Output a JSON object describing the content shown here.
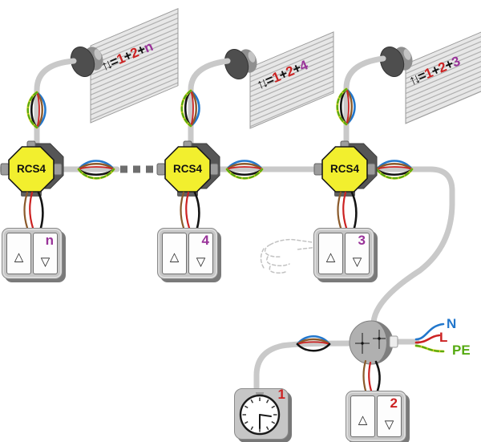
{
  "modules": [
    {
      "label": "RCS4"
    },
    {
      "label": "RCS4"
    },
    {
      "label": "RCS4"
    }
  ],
  "shutters": [
    {
      "formula": {
        "arrows": "↑↓",
        "eq": "=",
        "term1": "1",
        "plus1": "+",
        "term2": "2",
        "plus2": "+",
        "term3": "n"
      }
    },
    {
      "formula": {
        "arrows": "↑↓",
        "eq": "=",
        "term1": "1",
        "plus1": "+",
        "term2": "2",
        "plus2": "+",
        "term3": "4"
      }
    },
    {
      "formula": {
        "arrows": "↑↓",
        "eq": "=",
        "term1": "1",
        "plus1": "+",
        "term2": "2",
        "plus2": "+",
        "term3": "3"
      }
    }
  ],
  "switches": [
    {
      "number": "n",
      "up_symbol": "△",
      "down_symbol": "▽"
    },
    {
      "number": "4",
      "up_symbol": "△",
      "down_symbol": "▽"
    },
    {
      "number": "3",
      "up_symbol": "△",
      "down_symbol": "▽"
    },
    {
      "number": "2",
      "up_symbol": "△",
      "down_symbol": "▽"
    }
  ],
  "timer": {
    "number": "1"
  },
  "power": {
    "neutral": "N",
    "line": "L",
    "earth": "PE"
  },
  "colors": {
    "module_fill": "#F2EF2E",
    "cable_gray": "#C9C9C9",
    "wire_blue": "#2277CC",
    "wire_brown": "#8B5A2B",
    "wire_red": "#CC2222",
    "wire_black": "#141414",
    "wire_green": "#55AA11",
    "wire_yellow": "#DDD22A",
    "label_purple": "#993399",
    "label_red": "#CC2222"
  }
}
